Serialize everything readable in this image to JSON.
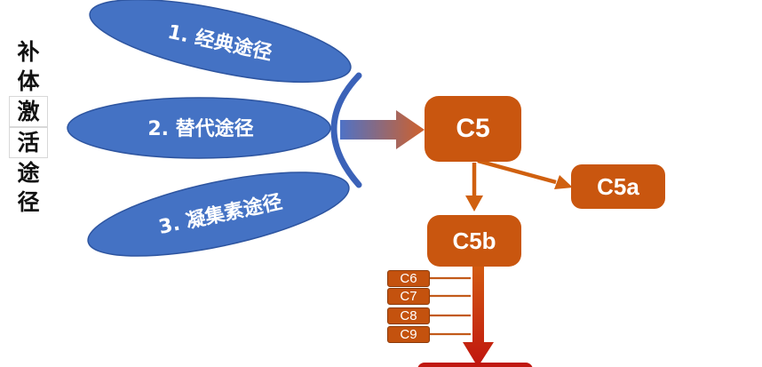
{
  "title_chars": [
    "补",
    "体",
    "激",
    "活",
    "途",
    "径"
  ],
  "pathways": [
    {
      "label": "1. 经典途径"
    },
    {
      "label": "2. 替代途径"
    },
    {
      "label": "3. 凝集素途径"
    }
  ],
  "nodes": {
    "c5": "C5",
    "c5a": "C5a",
    "c5b": "C5b"
  },
  "complement_components": [
    "C6",
    "C7",
    "C8",
    "C9"
  ],
  "colors": {
    "pathway_fill": "#4472c4",
    "pathway_stroke": "#2e55a0",
    "node_fill": "#c9560f",
    "arrow_fill": "#d0600f",
    "final_arrow": "#c0170f"
  }
}
